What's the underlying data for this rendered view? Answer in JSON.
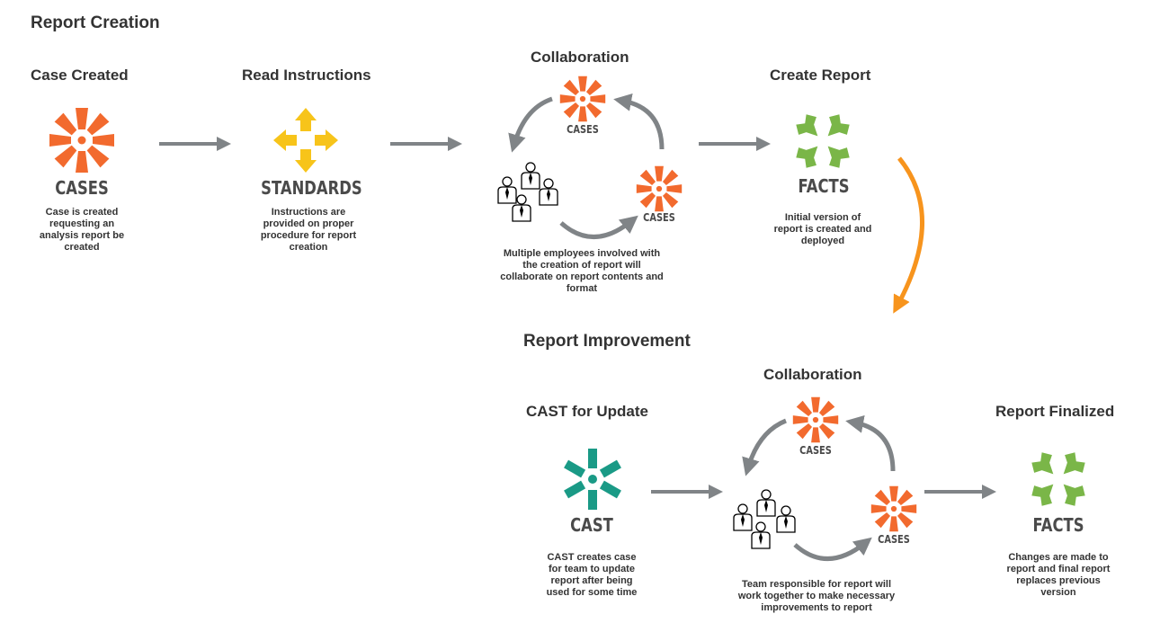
{
  "title": "Report Creation",
  "creation": {
    "steps": [
      {
        "heading": "Case Created",
        "logo": "CASES",
        "icon": "cases-icon",
        "description": "Case is created requesting an analysis report be created"
      },
      {
        "heading": "Read Instructions",
        "logo": "STANDARDS",
        "icon": "standards-icon",
        "description": "Instructions are provided on proper procedure for report creation"
      },
      {
        "heading": "Collaboration",
        "logo_top": "CASES",
        "logo_right": "CASES",
        "icon": "collaboration-cycle",
        "description": "Multiple employees involved with the creation of report will collaborate on report contents and format"
      },
      {
        "heading": "Create Report",
        "logo": "FACTS",
        "icon": "facts-icon",
        "description": "Initial version of report is created and deployed"
      }
    ]
  },
  "improvement": {
    "title": "Report Improvement",
    "steps": [
      {
        "heading": "CAST for Update",
        "logo": "CAST",
        "icon": "cast-icon",
        "description": "CAST creates case for team to update report after being used for some time"
      },
      {
        "heading": "Collaboration",
        "logo_top": "CASES",
        "logo_right": "CASES",
        "icon": "collaboration-cycle",
        "description": "Team responsible for report will work together to make necessary improvements to report"
      },
      {
        "heading": "Report Finalized",
        "logo": "FACTS",
        "icon": "facts-icon",
        "description": "Changes are made to report and final report replaces previous version"
      }
    ]
  },
  "colors": {
    "cases": "#f26a2e",
    "standards": "#f7c41a",
    "facts": "#7ab648",
    "cast": "#1a9a86",
    "arrow_gray": "#808487",
    "arrow_orange": "#f7941d",
    "text": "#333333"
  }
}
